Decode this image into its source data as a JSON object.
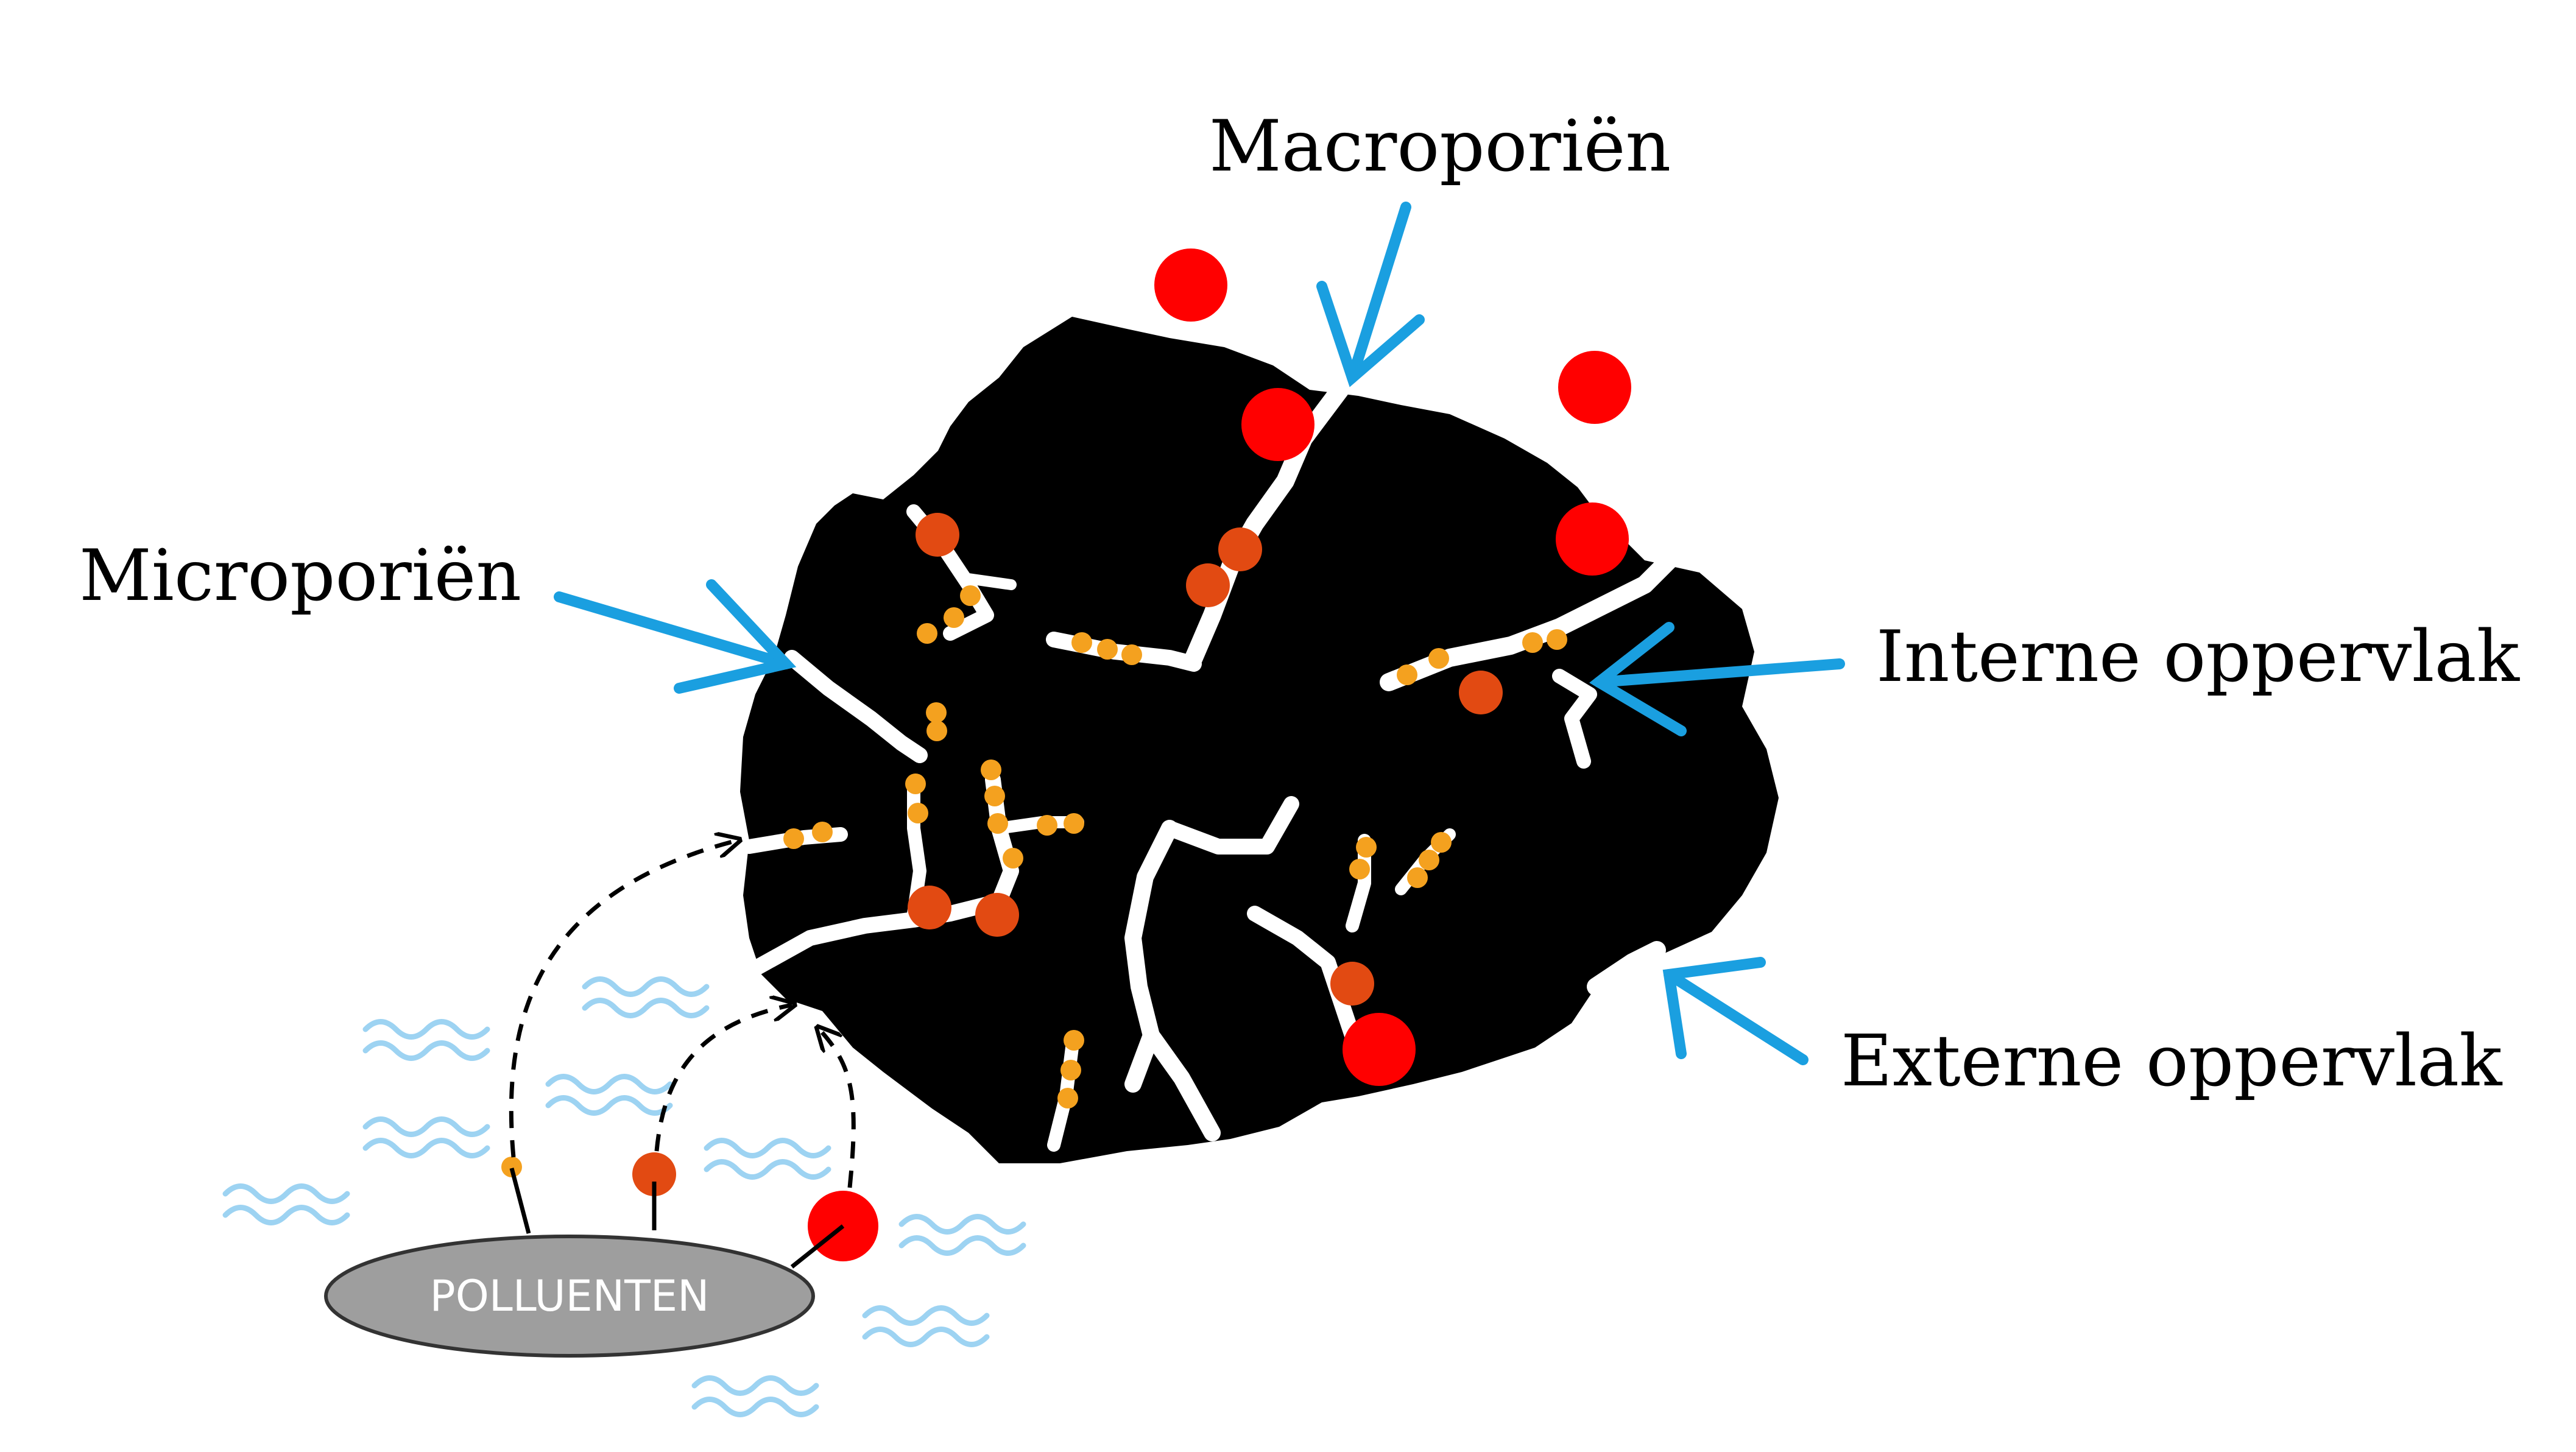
{
  "labels": {
    "macropores": "Macroporiën",
    "micropores": "Microporiën",
    "internal_surface": "Interne oppervlak",
    "external_surface": "Externe oppervlak",
    "pollutants": "POLLUENTEN"
  },
  "colors": {
    "particle": "#000000",
    "arrow": "#1a9fe0",
    "water": "#9dd3f2",
    "large_molecule": "#ff0000",
    "medium_molecule": "#e24a12",
    "small_molecule": "#f4a11f",
    "pollutant_body": "#9e9e9e"
  }
}
